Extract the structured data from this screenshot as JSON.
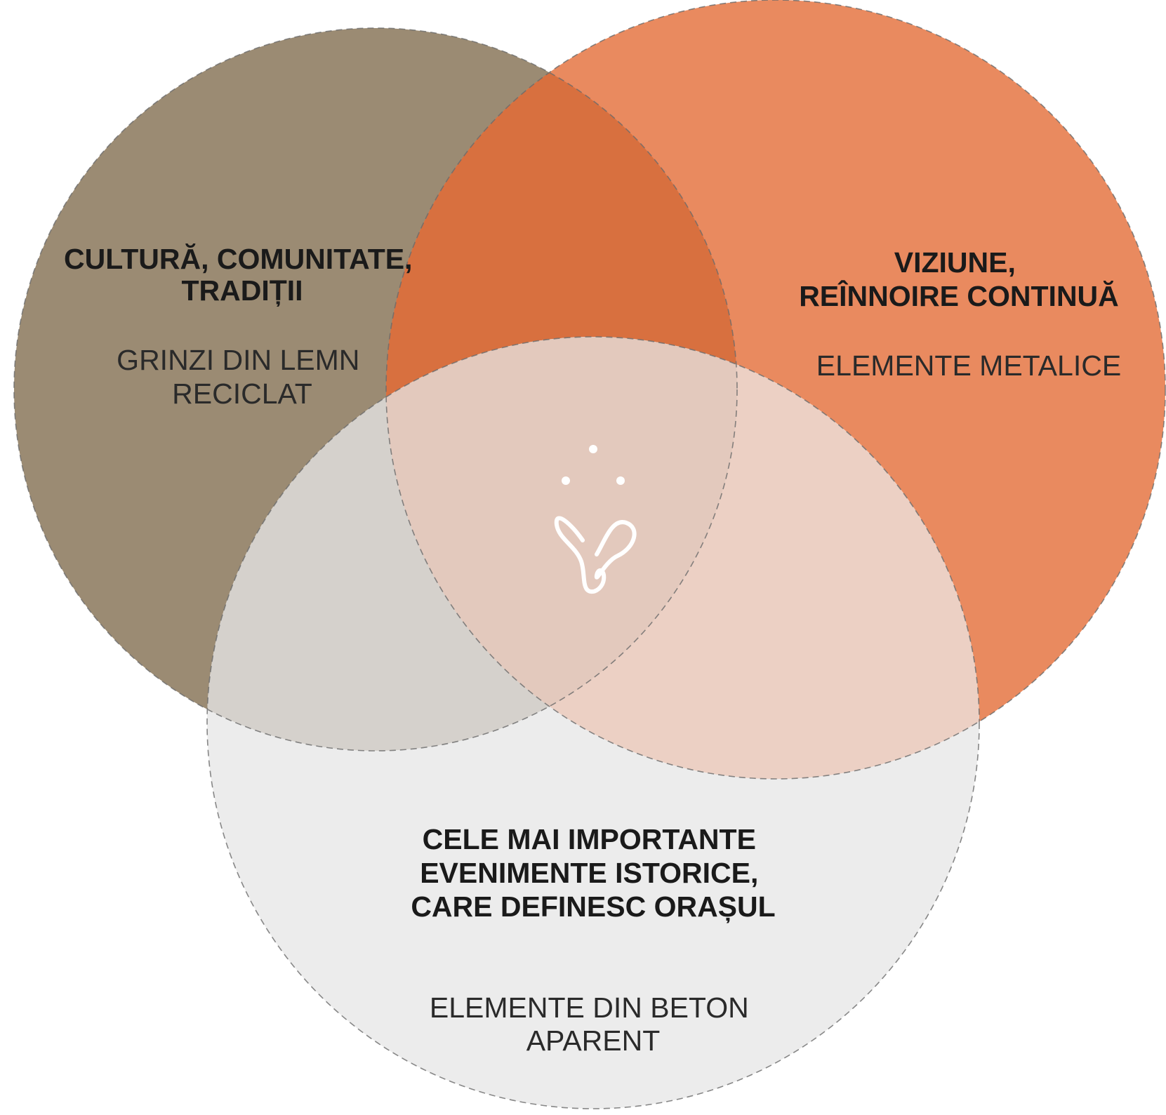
{
  "colors": {
    "background": "#ffffff",
    "left_circle": "#9b8b73",
    "right_circle": "#e98a5f",
    "bottom_circle": "#ececec",
    "left_right_overlap": "#d8703f",
    "left_bottom_overlap": "#d5d1cc",
    "right_bottom_overlap": "#ecd0c4",
    "center_overlap": "#e3c9bd",
    "outline": "#6b6b6b",
    "logo": "#ffffff"
  },
  "circles": {
    "left": {
      "title_lines": [
        "CULTURĂ, COMUNITATE,",
        "TRADIȚII"
      ],
      "detail_lines": [
        "GRINZI DIN LEMN",
        "RECICLAT"
      ]
    },
    "right": {
      "title_lines": [
        "VIZIUNE,",
        "REÎNNOIRE CONTINUĂ"
      ],
      "detail_lines": [
        "ELEMENTE METALICE"
      ]
    },
    "bottom": {
      "title_lines": [
        "CELE MAI IMPORTANTE",
        "EVENIMENTE ISTORICE,",
        "CARE DEFINESC ORAȘUL"
      ],
      "detail_lines": [
        "ELEMENTE DIN BETON",
        "APARENT"
      ]
    }
  },
  "center_logo": {
    "icon": "stylized-s-logo-with-three-dots"
  }
}
